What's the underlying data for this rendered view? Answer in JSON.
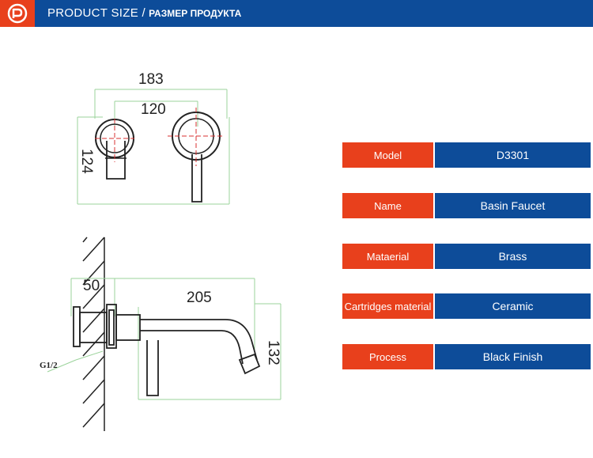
{
  "header": {
    "title_en": "PRODUCT SIZE /",
    "title_ru": "РАЗМЕР ПРОДУКТА",
    "logo_icon": "brand-logo-icon",
    "colors": {
      "blue": "#0d4c99",
      "orange": "#e8401c"
    }
  },
  "dimensions": {
    "width_total": "183",
    "center_distance": "120",
    "height_plate": "124",
    "wall_depth": "50",
    "spout_length": "205",
    "spout_height": "132",
    "thread": "G1/2"
  },
  "specs": [
    {
      "label": "Model",
      "value": "D3301"
    },
    {
      "label": "Name",
      "value": "Basin Faucet"
    },
    {
      "label": "Mataerial",
      "value": "Brass"
    },
    {
      "label": "Cartridges material",
      "value": "Ceramic"
    },
    {
      "label": "Process",
      "value": "Black Finish"
    }
  ]
}
